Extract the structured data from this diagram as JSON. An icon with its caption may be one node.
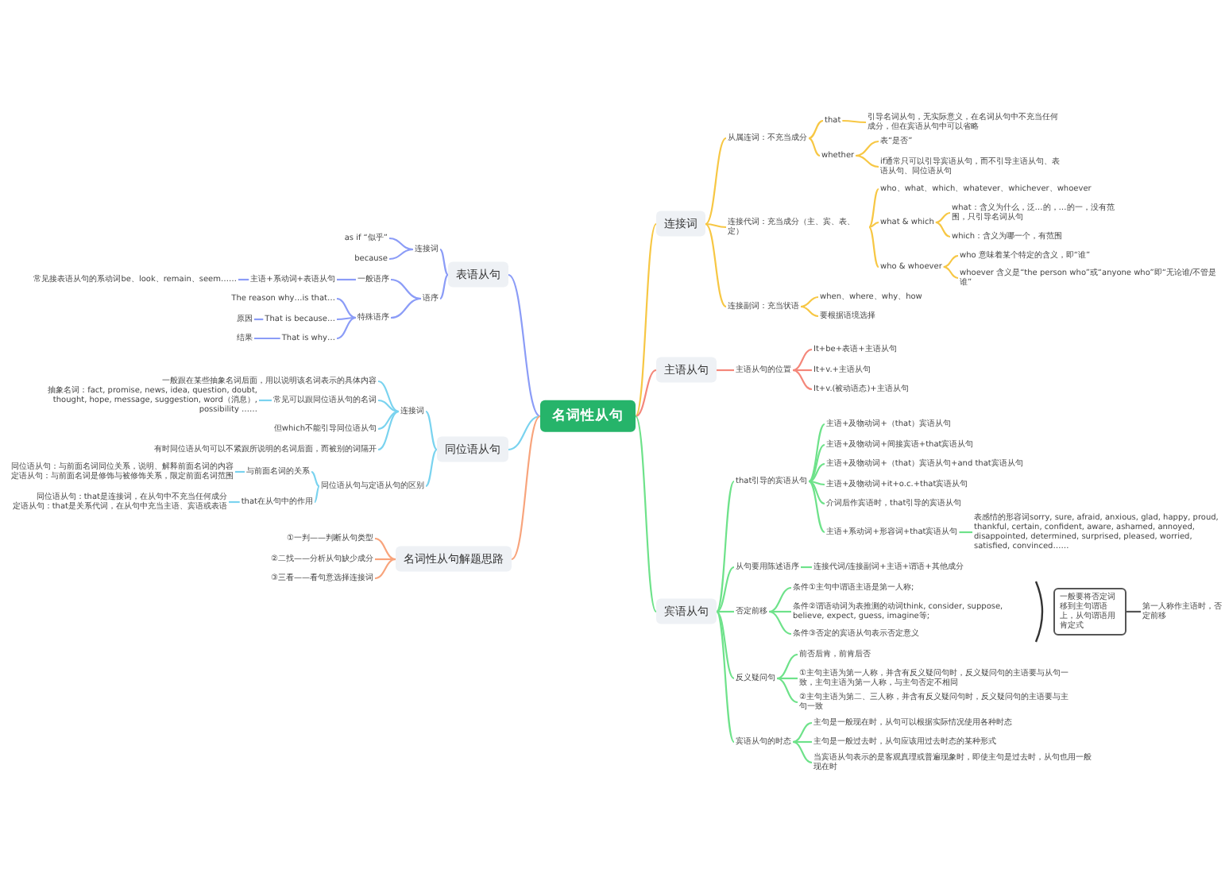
{
  "diagram": {
    "nodes": [
      {
        "text": [
          "名词性从句"
        ]
      },
      {
        "text": [
          "连接词"
        ]
      },
      {
        "text": [
          "从属连词：不充当成分"
        ]
      },
      {
        "text": [
          "that"
        ]
      },
      {
        "text": [
          "引导名词从句，无实际意义，在名词从句中不充当任何成分，但在宾语从句中可以省略"
        ]
      },
      {
        "text": [
          "whether"
        ]
      },
      {
        "text": [
          "表“是否”"
        ]
      },
      {
        "text": [
          "if通常只可以引导宾语从句，而不引导主语从句、表语从句、同位语从句"
        ]
      },
      {
        "text": [
          "连接代词：充当成分（主、宾、表、定）"
        ]
      },
      {
        "text": [
          "who、what、which、whatever、whichever、whoever"
        ]
      },
      {
        "text": [
          "what & which"
        ]
      },
      {
        "text": [
          "what：含义为什么，泛…的，…的一，没有范围，只引导名词从句"
        ]
      },
      {
        "text": [
          "which：含义为哪一个，有范围"
        ]
      },
      {
        "text": [
          "who & whoever"
        ]
      },
      {
        "text": [
          "who 意味着某个特定的含义，即“谁”"
        ]
      },
      {
        "text": [
          "whoever 含义是“the person who”或“anyone who”即“无论谁/不管是谁”"
        ]
      },
      {
        "text": [
          "连接副词：充当状语"
        ]
      },
      {
        "text": [
          "when、where、why、how"
        ]
      },
      {
        "text": [
          "要根据语境选择"
        ]
      },
      {
        "text": [
          "主语从句"
        ]
      },
      {
        "text": [
          "主语从句的位置"
        ]
      },
      {
        "text": [
          "It+be+表语+主语从句"
        ]
      },
      {
        "text": [
          "It+v.+主语从句"
        ]
      },
      {
        "text": [
          "It+v.(被动语态)+主语从句"
        ]
      },
      {
        "text": [
          "宾语从句"
        ]
      },
      {
        "text": [
          "that引导的宾语从句"
        ]
      },
      {
        "text": [
          "主语+及物动词+（that）宾语从句"
        ]
      },
      {
        "text": [
          "主语+及物动词+间接宾语+that宾语从句"
        ]
      },
      {
        "text": [
          "主语+及物动词+（that）宾语从句+and that宾语从句"
        ]
      },
      {
        "text": [
          "主语+及物动词+it+o.c.+that宾语从句"
        ]
      },
      {
        "text": [
          "介词后作宾语时，that引导的宾语从句"
        ]
      },
      {
        "text": [
          "主语+系动词+形容词+that宾语从句"
        ]
      },
      {
        "text": [
          "表感情的形容词sorry, sure, afraid, anxious, glad, happy, proud, thankful, certain, confident, aware, ashamed, annoyed, disappointed, determined, surprised, pleased, worried, satisfied, convinced……"
        ]
      },
      {
        "text": [
          "从句要用陈述语序"
        ]
      },
      {
        "text": [
          "连接代词/连接副词+主语+谓语+其他成分"
        ]
      },
      {
        "text": [
          "否定前移"
        ]
      },
      {
        "text": [
          "条件①主句中谓语主语是第一人称;"
        ]
      },
      {
        "text": [
          "条件②谓语动词为表推测的动词think, consider, suppose, believe, expect, guess, imagine等;"
        ]
      },
      {
        "text": [
          "条件③否定的宾语从句表示否定意义"
        ]
      },
      {
        "text": [
          "一般要将否定词移到主句谓语上，从句谓语用肯定式"
        ]
      },
      {
        "text": [
          "第一人称作主语时，否定前移"
        ]
      },
      {
        "text": [
          "反义疑问句"
        ]
      },
      {
        "text": [
          "前否后肯，前肯后否"
        ]
      },
      {
        "text": [
          "①主句主语为第一人称，并含有反义疑问句时，反义疑问句的主语要与从句一致，主句主语为第一人称，与主句否定不相同"
        ]
      },
      {
        "text": [
          "②主句主语为第二、三人称，并含有反义疑问句时，反义疑问句的主语要与主句一致"
        ]
      },
      {
        "text": [
          "宾语从句的时态"
        ]
      },
      {
        "text": [
          "主句是一般现在时，从句可以根据实际情况使用各种时态"
        ]
      },
      {
        "text": [
          "主句是一般过去时，从句应该用过去时态的某种形式"
        ]
      },
      {
        "text": [
          "当宾语从句表示的是客观真理或普遍现象时，即使主句是过去时，从句也用一般现在时"
        ]
      },
      {
        "text": [
          "表语从句"
        ]
      },
      {
        "text": [
          "连接词"
        ]
      },
      {
        "text": [
          "as if “似乎”"
        ]
      },
      {
        "text": [
          "because"
        ]
      },
      {
        "text": [
          "语序"
        ]
      },
      {
        "text": [
          "一般语序"
        ]
      },
      {
        "text": [
          "主语+系动词+表语从句"
        ]
      },
      {
        "text": [
          "常见接表语从句的系动词be、look、remain、seem……"
        ]
      },
      {
        "text": [
          "特殊语序"
        ]
      },
      {
        "text": [
          "The reason why…is that…"
        ]
      },
      {
        "text": [
          "That is because…"
        ]
      },
      {
        "text": [
          "原因"
        ]
      },
      {
        "text": [
          "That is why…"
        ]
      },
      {
        "text": [
          "结果"
        ]
      },
      {
        "text": [
          "同位语从句"
        ]
      },
      {
        "text": [
          "连接词"
        ]
      },
      {
        "text": [
          "一般跟在某些抽象名词后面，用以说明该名词表示的具体内容"
        ]
      },
      {
        "text": [
          "常见可以跟同位语从句的名词"
        ]
      },
      {
        "text": [
          "抽象名词：fact, promise, news, idea, question, doubt, thought, hope, message, suggestion, word（消息）, possibility ……"
        ]
      },
      {
        "text": [
          "但which不能引导同位语从句"
        ]
      },
      {
        "text": [
          "有时同位语从句可以不紧跟所说明的名词后面，而被别的词隔开"
        ]
      },
      {
        "text": [
          "同位语从句与定语从句的区别"
        ]
      },
      {
        "text": [
          "与前面名词的关系"
        ]
      },
      {
        "text": [
          "同位语从句：与前面名词同位关系，说明、解释前面名词的内容",
          "定语从句：与前面名词是修饰与被修饰关系，限定前面名词范围"
        ]
      },
      {
        "text": [
          "that在从句中的作用"
        ]
      },
      {
        "text": [
          "同位语从句：that是连接词，在从句中不充当任何成分",
          "定语从句：that是关系代词，在从句中充当主语、宾语或表语"
        ]
      },
      {
        "text": [
          "名词性从句解题思路"
        ]
      },
      {
        "text": [
          "①一判——判断从句类型"
        ]
      },
      {
        "text": [
          "②二找——分析从句缺少成分"
        ]
      },
      {
        "text": [
          "③三看——看句意选择连接词"
        ]
      }
    ],
    "edges": [
      {
        "from": 0,
        "to": 1,
        "arrow": "none",
        "color": "#f7c744"
      },
      {
        "from": 1,
        "to": 2,
        "arrow": "none",
        "color": "#f7c744"
      },
      {
        "from": 2,
        "to": 3,
        "arrow": "none",
        "color": "#f7c744"
      },
      {
        "from": 3,
        "to": 4,
        "arrow": "none",
        "color": "#f7c744"
      },
      {
        "from": 2,
        "to": 5,
        "arrow": "none",
        "color": "#f7c744"
      },
      {
        "from": 5,
        "to": 6,
        "arrow": "none",
        "color": "#f7c744"
      },
      {
        "from": 5,
        "to": 7,
        "arrow": "none",
        "color": "#f7c744"
      },
      {
        "from": 1,
        "to": 8,
        "arrow": "none",
        "color": "#f7c744"
      },
      {
        "from": 8,
        "to": 9,
        "arrow": "none",
        "color": "#f7c744"
      },
      {
        "from": 8,
        "to": 10,
        "arrow": "none",
        "color": "#f7c744"
      },
      {
        "from": 10,
        "to": 11,
        "arrow": "none",
        "color": "#f7c744"
      },
      {
        "from": 10,
        "to": 12,
        "arrow": "none",
        "color": "#f7c744"
      },
      {
        "from": 8,
        "to": 13,
        "arrow": "none",
        "color": "#f7c744"
      },
      {
        "from": 13,
        "to": 14,
        "arrow": "none",
        "color": "#f7c744"
      },
      {
        "from": 13,
        "to": 15,
        "arrow": "none",
        "color": "#f7c744"
      },
      {
        "from": 1,
        "to": 16,
        "arrow": "none",
        "color": "#f7c744"
      },
      {
        "from": 16,
        "to": 17,
        "arrow": "none",
        "color": "#f7c744"
      },
      {
        "from": 16,
        "to": 18,
        "arrow": "none",
        "color": "#f7c744"
      },
      {
        "from": 0,
        "to": 19,
        "arrow": "none",
        "color": "#f4877a"
      },
      {
        "from": 19,
        "to": 20,
        "arrow": "none",
        "color": "#f4877a"
      },
      {
        "from": 20,
        "to": 21,
        "arrow": "none",
        "color": "#f4877a"
      },
      {
        "from": 20,
        "to": 22,
        "arrow": "none",
        "color": "#f4877a"
      },
      {
        "from": 20,
        "to": 23,
        "arrow": "none",
        "color": "#f4877a"
      },
      {
        "from": 0,
        "to": 24,
        "arrow": "none",
        "color": "#6ee28a"
      },
      {
        "from": 24,
        "to": 25,
        "arrow": "none",
        "color": "#6ee28a"
      },
      {
        "from": 25,
        "to": 26,
        "arrow": "none",
        "color": "#6ee28a"
      },
      {
        "from": 25,
        "to": 27,
        "arrow": "none",
        "color": "#6ee28a"
      },
      {
        "from": 25,
        "to": 28,
        "arrow": "none",
        "color": "#6ee28a"
      },
      {
        "from": 25,
        "to": 29,
        "arrow": "none",
        "color": "#6ee28a"
      },
      {
        "from": 25,
        "to": 30,
        "arrow": "none",
        "color": "#6ee28a"
      },
      {
        "from": 25,
        "to": 31,
        "arrow": "none",
        "color": "#6ee28a"
      },
      {
        "from": 31,
        "to": 32,
        "arrow": "none",
        "color": "#6ee28a"
      },
      {
        "from": 24,
        "to": 33,
        "arrow": "none",
        "color": "#6ee28a"
      },
      {
        "from": 33,
        "to": 34,
        "arrow": "none",
        "color": "#6ee28a"
      },
      {
        "from": 24,
        "to": 35,
        "arrow": "none",
        "color": "#6ee28a"
      },
      {
        "from": 35,
        "to": 36,
        "arrow": "none",
        "color": "#6ee28a"
      },
      {
        "from": 35,
        "to": 37,
        "arrow": "none",
        "color": "#6ee28a"
      },
      {
        "from": 35,
        "to": 38,
        "arrow": "none",
        "color": "#6ee28a"
      },
      {
        "from": 39,
        "to": 40,
        "arrow": "none",
        "color": "#555555"
      },
      {
        "from": 24,
        "to": 41,
        "arrow": "none",
        "color": "#6ee28a"
      },
      {
        "from": 41,
        "to": 42,
        "arrow": "none",
        "color": "#6ee28a"
      },
      {
        "from": 41,
        "to": 43,
        "arrow": "none",
        "color": "#6ee28a"
      },
      {
        "from": 41,
        "to": 44,
        "arrow": "none",
        "color": "#6ee28a"
      },
      {
        "from": 24,
        "to": 45,
        "arrow": "none",
        "color": "#6ee28a"
      },
      {
        "from": 45,
        "to": 46,
        "arrow": "none",
        "color": "#6ee28a"
      },
      {
        "from": 45,
        "to": 47,
        "arrow": "none",
        "color": "#6ee28a"
      },
      {
        "from": 45,
        "to": 48,
        "arrow": "none",
        "color": "#6ee28a"
      },
      {
        "from": 0,
        "to": 49,
        "arrow": "none",
        "color": "#8b9cf7"
      },
      {
        "from": 49,
        "to": 50,
        "arrow": "none",
        "color": "#8b9cf7"
      },
      {
        "from": 50,
        "to": 51,
        "arrow": "none",
        "color": "#8b9cf7"
      },
      {
        "from": 50,
        "to": 52,
        "arrow": "none",
        "color": "#8b9cf7"
      },
      {
        "from": 49,
        "to": 53,
        "arrow": "none",
        "color": "#8b9cf7"
      },
      {
        "from": 53,
        "to": 54,
        "arrow": "none",
        "color": "#8b9cf7"
      },
      {
        "from": 54,
        "to": 55,
        "arrow": "none",
        "color": "#8b9cf7"
      },
      {
        "from": 55,
        "to": 56,
        "arrow": "none",
        "color": "#8b9cf7"
      },
      {
        "from": 53,
        "to": 57,
        "arrow": "none",
        "color": "#8b9cf7"
      },
      {
        "from": 57,
        "to": 58,
        "arrow": "none",
        "color": "#8b9cf7"
      },
      {
        "from": 57,
        "to": 59,
        "arrow": "none",
        "color": "#8b9cf7"
      },
      {
        "from": 59,
        "to": 60,
        "arrow": "none",
        "color": "#8b9cf7"
      },
      {
        "from": 57,
        "to": 61,
        "arrow": "none",
        "color": "#8b9cf7"
      },
      {
        "from": 61,
        "to": 62,
        "arrow": "none",
        "color": "#8b9cf7"
      },
      {
        "from": 0,
        "to": 63,
        "arrow": "none",
        "color": "#7ad3ef"
      },
      {
        "from": 63,
        "to": 64,
        "arrow": "none",
        "color": "#7ad3ef"
      },
      {
        "from": 64,
        "to": 65,
        "arrow": "none",
        "color": "#7ad3ef"
      },
      {
        "from": 64,
        "to": 66,
        "arrow": "none",
        "color": "#7ad3ef"
      },
      {
        "from": 66,
        "to": 67,
        "arrow": "none",
        "color": "#7ad3ef"
      },
      {
        "from": 64,
        "to": 68,
        "arrow": "none",
        "color": "#7ad3ef"
      },
      {
        "from": 64,
        "to": 69,
        "arrow": "none",
        "color": "#7ad3ef"
      },
      {
        "from": 63,
        "to": 70,
        "arrow": "none",
        "color": "#7ad3ef"
      },
      {
        "from": 70,
        "to": 71,
        "arrow": "none",
        "color": "#7ad3ef"
      },
      {
        "from": 71,
        "to": 72,
        "arrow": "none",
        "color": "#7ad3ef"
      },
      {
        "from": 70,
        "to": 73,
        "arrow": "none",
        "color": "#7ad3ef"
      },
      {
        "from": 73,
        "to": 74,
        "arrow": "none",
        "color": "#7ad3ef"
      },
      {
        "from": 0,
        "to": 75,
        "arrow": "none",
        "color": "#f8a47c"
      },
      {
        "from": 75,
        "to": 76,
        "arrow": "none",
        "color": "#f8a47c"
      },
      {
        "from": 75,
        "to": 77,
        "arrow": "none",
        "color": "#f8a47c"
      },
      {
        "from": 75,
        "to": 78,
        "arrow": "none",
        "color": "#f8a47c"
      }
    ]
  }
}
